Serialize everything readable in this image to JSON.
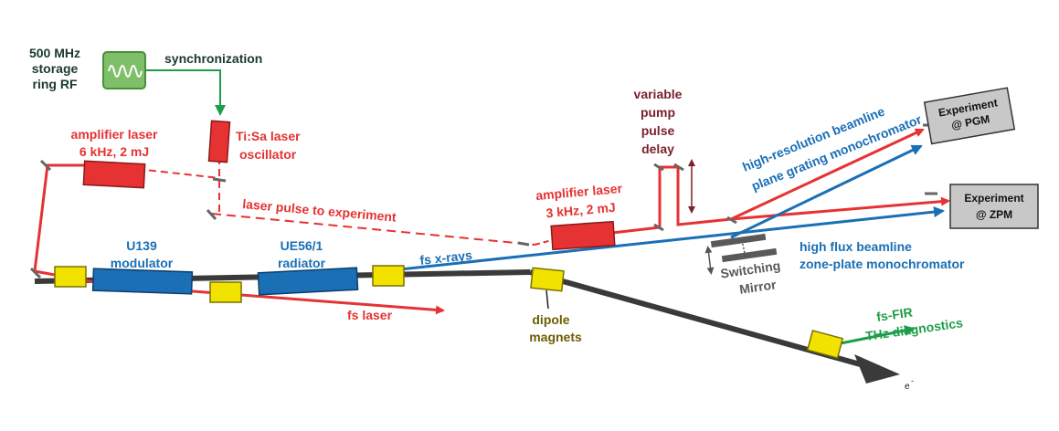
{
  "labels": {
    "rf_source": [
      "500 MHz",
      "storage",
      "ring RF"
    ],
    "synchronization": "synchronization",
    "oscillator": [
      "Ti:Sa laser",
      "oscillator"
    ],
    "amplifier_6khz": [
      "amplifier laser",
      "6 kHz, 2 mJ"
    ],
    "laser_pulse": "laser pulse to experiment",
    "amplifier_3khz": [
      "amplifier laser",
      "3 kHz, 2 mJ"
    ],
    "pump_delay": [
      "variable",
      "pump",
      "pulse",
      "delay"
    ],
    "beamline_pgm": [
      "high-resolution beamline",
      "plane grating monochromator"
    ],
    "experiment_pgm": [
      "Experiment",
      "@ PGM"
    ],
    "experiment_zpm": [
      "Experiment",
      "@ ZPM"
    ],
    "beamline_zpm": [
      "high flux beamline",
      "zone-plate monochromator"
    ],
    "switching_mirror": [
      "Switching",
      "Mirror"
    ],
    "modulator": [
      "U139",
      "modulator"
    ],
    "radiator": [
      "UE56/1",
      "radiator"
    ],
    "fs_xrays": "fs x-rays",
    "fs_laser": "fs laser",
    "dipole": [
      "dipole",
      "magnets"
    ],
    "fir": [
      "fs-FIR",
      "THz diagnostics"
    ],
    "electron": "e",
    "electron_sup": "-"
  },
  "colors": {
    "laser_red": "#e63232",
    "maroon": "#7a1f2b",
    "xray_blue": "#1a6fb5",
    "green": "#1e9e4a",
    "electron_beam": "#3a3a3a",
    "magnet_yellow": "#f2e200",
    "undulator_blue": "#1a6fb5",
    "box_gray": "#c8c8c8",
    "mirror_gray": "#595959"
  }
}
